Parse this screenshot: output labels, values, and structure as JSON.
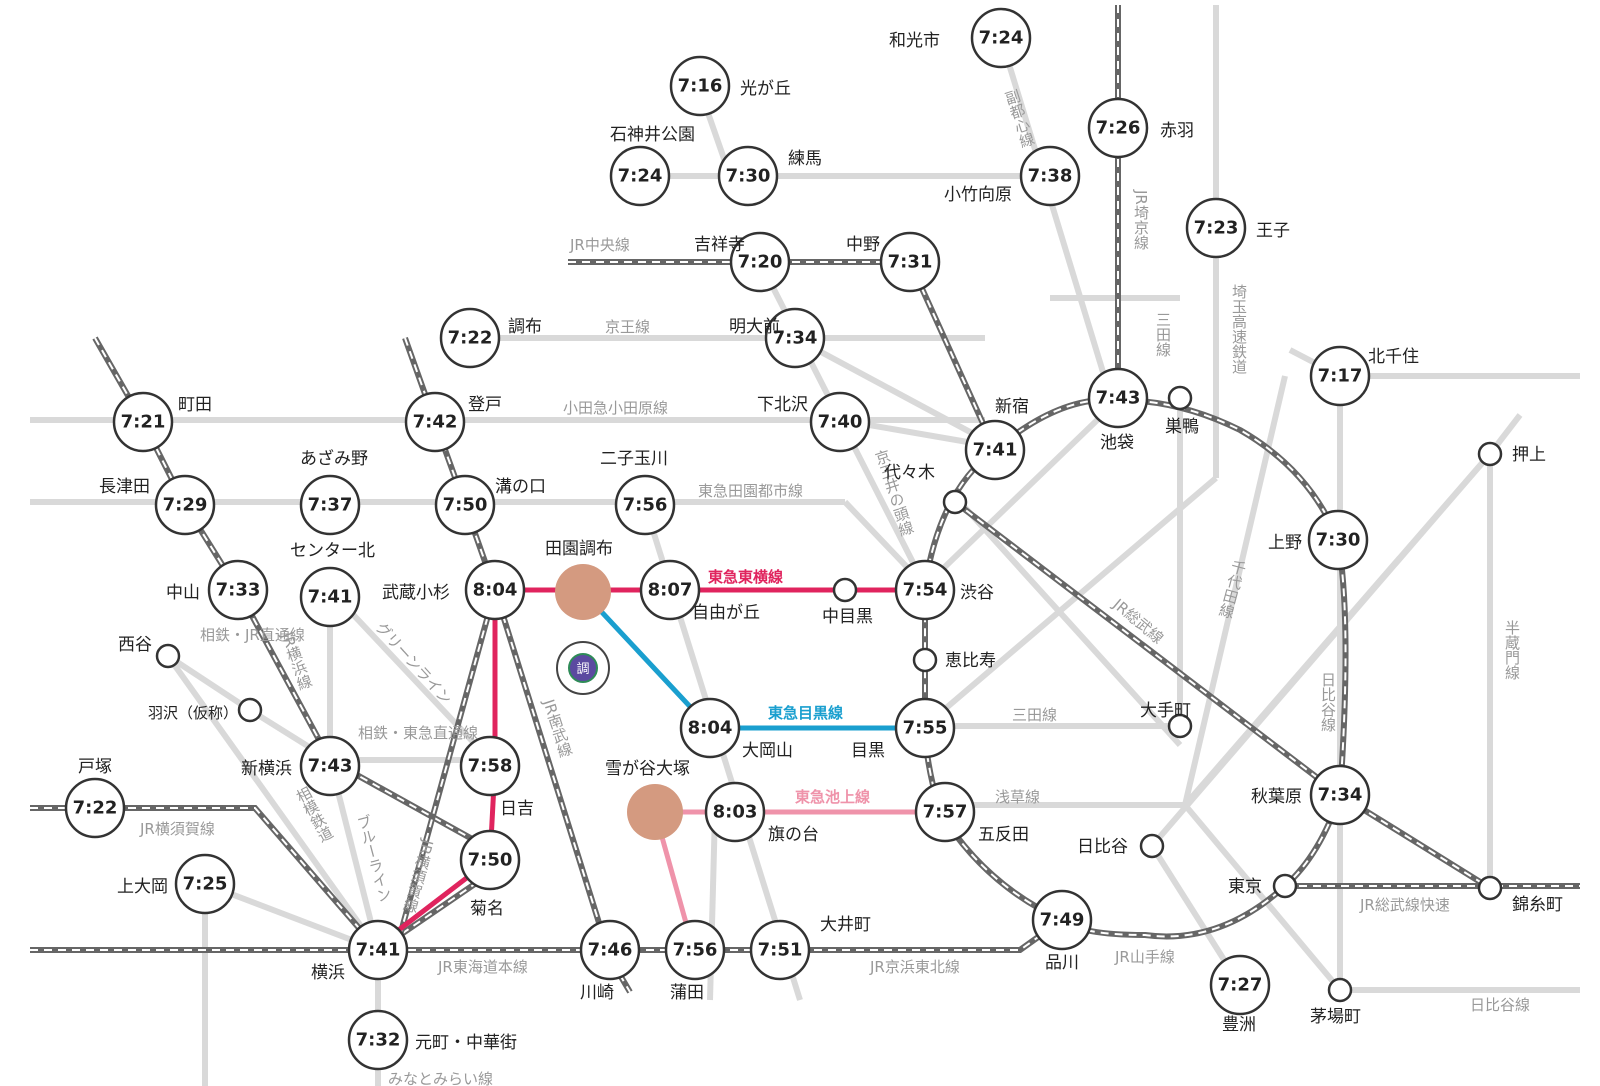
{
  "colors": {
    "gray_line": "#d9d9d9",
    "jr_line": "#666666",
    "toyoko": "#e0245e",
    "meguro": "#1a9fcf",
    "ikegami": "#ef93aa",
    "denen": "#d49a80"
  },
  "stations": {
    "wakoshi": {
      "name": "和光市",
      "time": "7:24"
    },
    "akabane": {
      "name": "赤羽",
      "time": "7:26"
    },
    "hikarigaoka": {
      "name": "光が丘",
      "time": "7:16"
    },
    "shakujii": {
      "name": "石神井公園",
      "time": "7:24"
    },
    "nerima": {
      "name": "練馬",
      "time": "7:30"
    },
    "kotakemukaihara": {
      "name": "小竹向原",
      "time": "7:38"
    },
    "oji": {
      "name": "王子",
      "time": "7:23"
    },
    "kichijoji": {
      "name": "吉祥寺",
      "time": "7:20"
    },
    "nakano": {
      "name": "中野",
      "time": "7:31"
    },
    "chofu": {
      "name": "調布",
      "time": "7:22"
    },
    "meidaimae": {
      "name": "明大前",
      "time": "7:34"
    },
    "kitasenju": {
      "name": "北千住",
      "time": "7:17"
    },
    "machida": {
      "name": "町田",
      "time": "7:21"
    },
    "noborito": {
      "name": "登戸",
      "time": "7:42"
    },
    "shimokitazawa": {
      "name": "下北沢",
      "time": "7:40"
    },
    "shinjuku": {
      "name": "新宿",
      "time": "7:41"
    },
    "ikebukuro": {
      "name": "池袋",
      "time": "7:43"
    },
    "sugamo": {
      "name": "巣鴨"
    },
    "oshiage": {
      "name": "押上"
    },
    "nagatsuta": {
      "name": "長津田",
      "time": "7:29"
    },
    "azamino": {
      "name": "あざみ野",
      "time": "7:37"
    },
    "mizonokuchi": {
      "name": "溝の口",
      "time": "7:50"
    },
    "futakotamagawa": {
      "name": "二子玉川",
      "time": "7:56"
    },
    "yoyogi": {
      "name": "代々木"
    },
    "ueno": {
      "name": "上野",
      "time": "7:30"
    },
    "nakayama": {
      "name": "中山",
      "time": "7:33"
    },
    "centerkita": {
      "name": "センター北",
      "time": "7:41"
    },
    "musashikosugi": {
      "name": "武蔵小杉",
      "time": "8:04"
    },
    "denenchofu": {
      "name": "田園調布"
    },
    "jiyugaoka": {
      "name": "自由が丘",
      "time": "8:07"
    },
    "nakameguro": {
      "name": "中目黒"
    },
    "shibuya": {
      "name": "渋谷",
      "time": "7:54"
    },
    "nishiya": {
      "name": "西谷"
    },
    "hazawa": {
      "name": "羽沢（仮称）"
    },
    "ebisu": {
      "name": "恵比寿"
    },
    "ookayama": {
      "name": "大岡山",
      "time": "8:04"
    },
    "meguro": {
      "name": "目黒",
      "time": "7:55"
    },
    "otemachi": {
      "name": "大手町"
    },
    "shinyokohama": {
      "name": "新横浜",
      "time": "7:43"
    },
    "hiyoshi": {
      "name": "日吉",
      "time": "7:58"
    },
    "yukigaya": {
      "name": "雪が谷大塚"
    },
    "hatanodai": {
      "name": "旗の台",
      "time": "8:03"
    },
    "gotanda": {
      "name": "五反田",
      "time": "7:57"
    },
    "akihabara": {
      "name": "秋葉原",
      "time": "7:34"
    },
    "totsuka": {
      "name": "戸塚",
      "time": "7:22"
    },
    "kikuna": {
      "name": "菊名",
      "time": "7:50"
    },
    "hibiya": {
      "name": "日比谷"
    },
    "tokyo": {
      "name": "東京"
    },
    "kinshicho": {
      "name": "錦糸町"
    },
    "kamiooka": {
      "name": "上大岡",
      "time": "7:25"
    },
    "yokohama": {
      "name": "横浜",
      "time": "7:41"
    },
    "kawasaki": {
      "name": "川崎",
      "time": "7:46"
    },
    "kamata": {
      "name": "蒲田",
      "time": "7:56"
    },
    "oimachi": {
      "name": "大井町",
      "time": "7:51"
    },
    "shinagawa": {
      "name": "品川",
      "time": "7:49"
    },
    "toyosu": {
      "name": "豊洲",
      "time": "7:27"
    },
    "kayabacho": {
      "name": "茅場町"
    },
    "motomachi": {
      "name": "元町・中華街",
      "time": "7:32"
    }
  },
  "lines": {
    "jr_chuo": "JR中央線",
    "keio": "京王線",
    "odakyu": "小田急小田原線",
    "denentoshi": "東急田園都市線",
    "toyoko": "東急東横線",
    "meguro": "東急目黒線",
    "ikegami": "東急池上線",
    "mita_h": "三田線",
    "asakusa": "浅草線",
    "jr_yokosuka_h": "JR横須賀線",
    "jr_tokaido": "JR東海道本線",
    "jr_keihin": "JR京浜東北線",
    "jr_yamanote": "JR山手線",
    "jr_sobu_rapid": "JR総武線快速",
    "hibiya_line": "日比谷線",
    "minatomirai": "みなとみらい線",
    "fukutoshin": "副都心線",
    "jr_saikyo": "JR埼京線",
    "mita_v": "三田線",
    "saitama": "埼玉高速鉄道",
    "hanzomon": "半蔵門線",
    "keio_inokashira": "京王井の頭線",
    "chiyoda": "千代田線",
    "hibiya_v": "日比谷線",
    "jr_sobu": "JR総武線",
    "greenline": "グリーンライン",
    "sotetsu_jr": "相鉄・JR直通線",
    "jr_yokohama": "JR横浜線",
    "sotetsu_tokyu": "相鉄・東急直通線",
    "sotetsu": "相模鉄道",
    "blueline": "ブルーライン",
    "jr_yokosuka_v": "JR横須賀線",
    "jr_nambu": "JR南武線"
  },
  "logo": {
    "text": "調"
  }
}
